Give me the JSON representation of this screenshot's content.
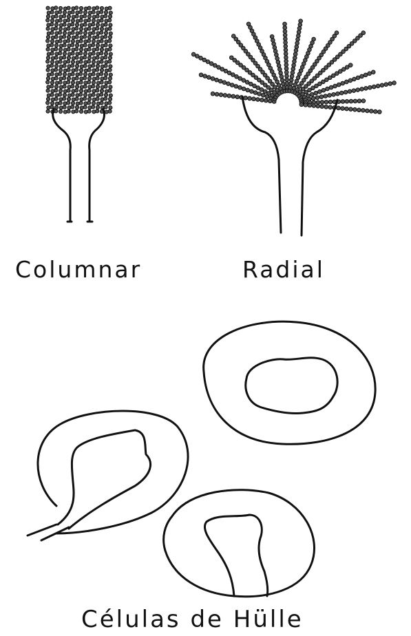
{
  "labels": {
    "columnar": "Columnar",
    "radial": "Radial",
    "hulle": "Células de Hülle"
  },
  "colors": {
    "ink": "#111111",
    "background": "#ffffff"
  }
}
